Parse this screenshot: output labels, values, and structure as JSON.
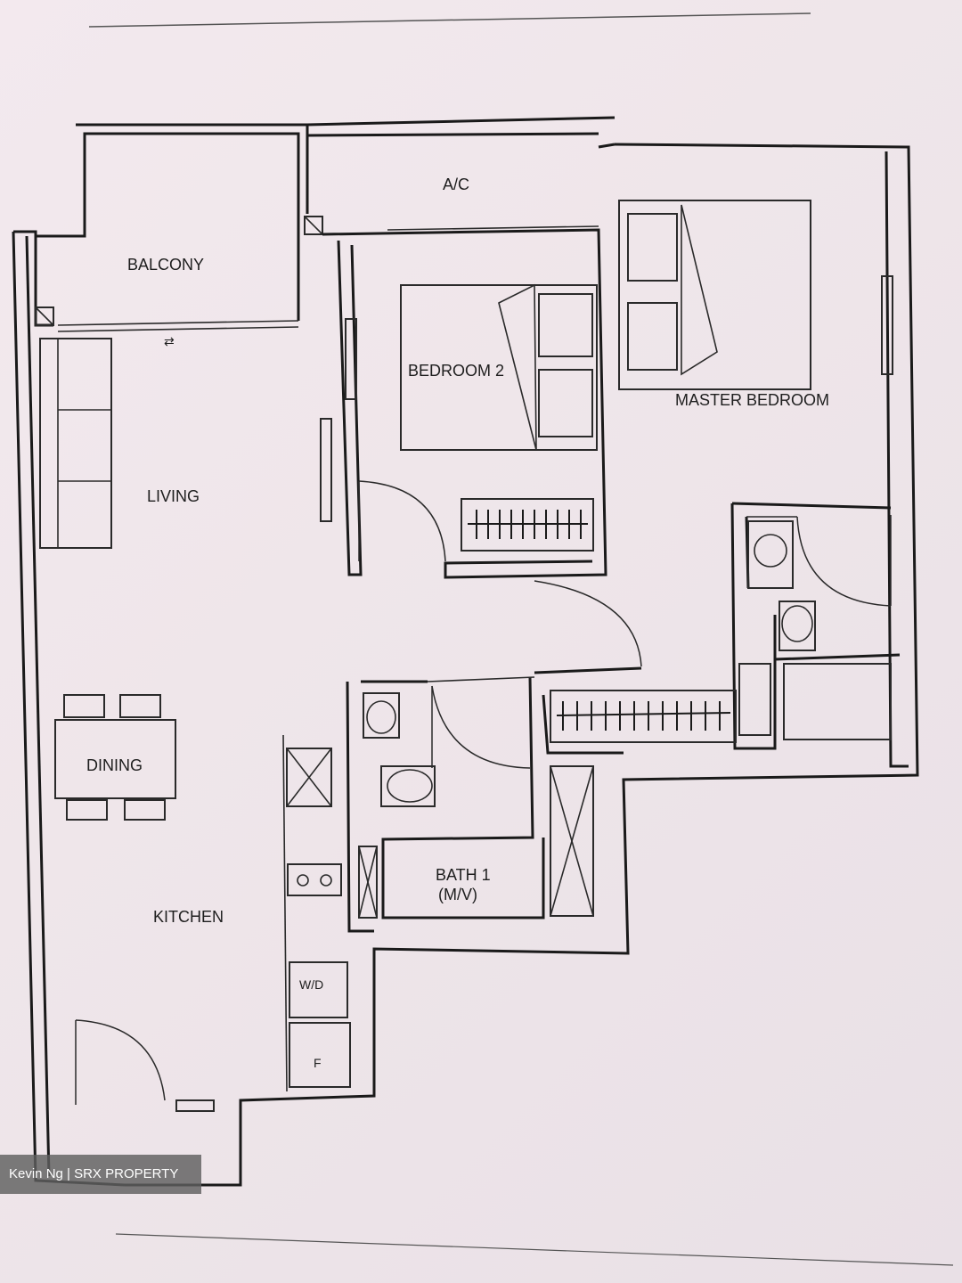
{
  "rooms": {
    "balcony": "BALCONY",
    "ac": "A/C",
    "bedroom2": "BEDROOM 2",
    "master": "MASTER BEDROOM",
    "living": "LIVING",
    "dining": "DINING",
    "kitchen": "KITCHEN",
    "bath1_line1": "BATH 1",
    "bath1_line2": "(M/V)",
    "wd": "W/D",
    "fridge": "F"
  },
  "watermark": "Kevin Ng | SRX PROPERTY"
}
